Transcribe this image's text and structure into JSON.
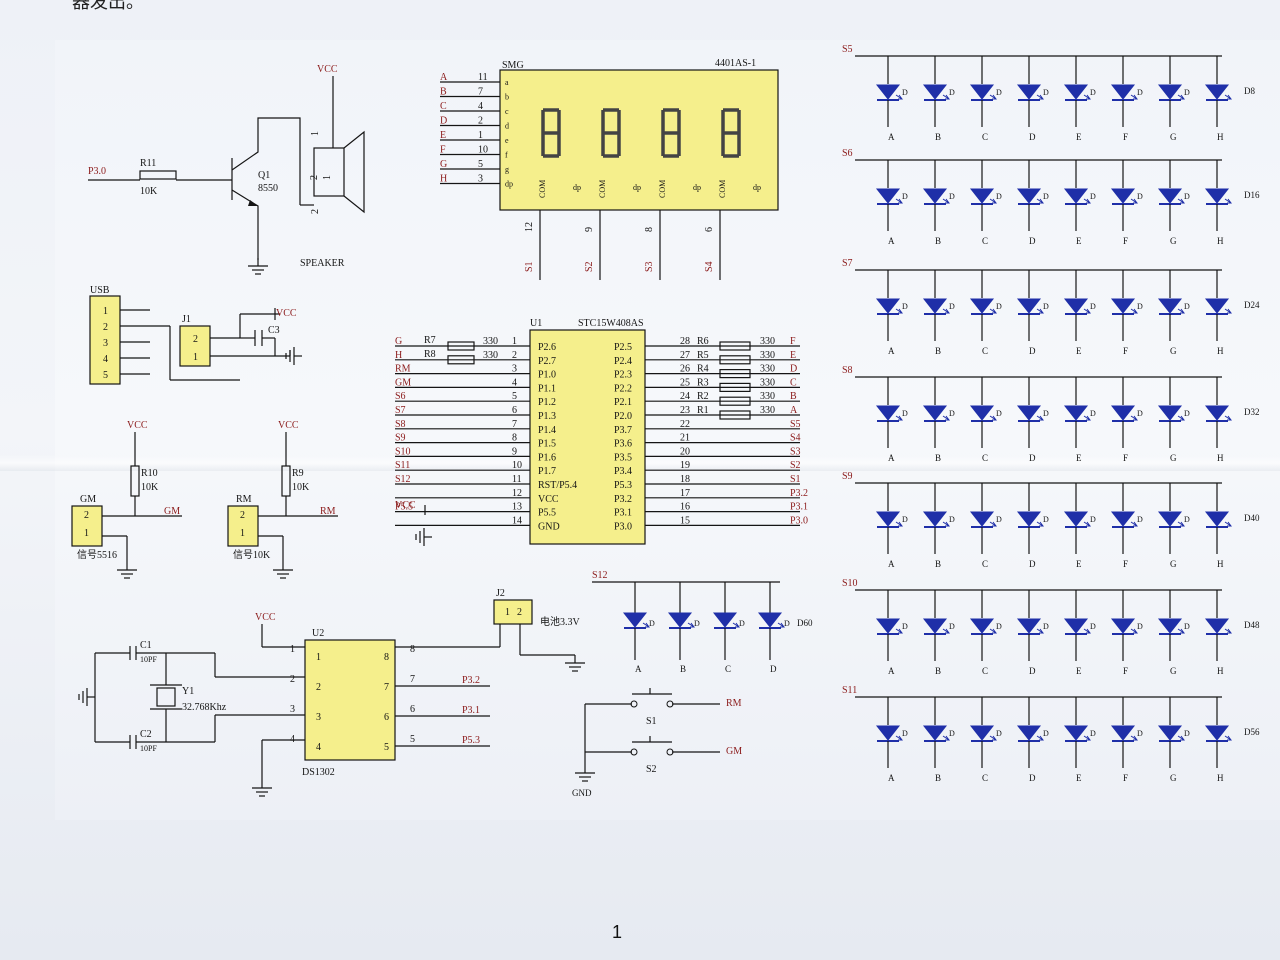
{
  "top_caption": "器发出。",
  "page_number": "1",
  "colors": {
    "wire": "#151515",
    "net_label": "#8b1a1a",
    "chip_fill": "#f5ef8c",
    "led_fill": "#1f2fa8"
  },
  "speaker": {
    "vcc": "VCC",
    "port": "P3.0",
    "r_ref": "R11",
    "r_val": "10K",
    "q_ref": "Q1",
    "q_val": "8550",
    "label": "SPEAKER",
    "pin1": "1",
    "pin2": "2",
    "pin1b": "1",
    "pin2b": "2"
  },
  "seg": {
    "ref": "SMG",
    "part": "4401AS-1",
    "pins": [
      {
        "n": "A",
        "p": "11",
        "s": "a"
      },
      {
        "n": "B",
        "p": "7",
        "s": "b"
      },
      {
        "n": "C",
        "p": "4",
        "s": "c"
      },
      {
        "n": "D",
        "p": "2",
        "s": "d"
      },
      {
        "n": "E",
        "p": "1",
        "s": "e"
      },
      {
        "n": "F",
        "p": "10",
        "s": "f"
      },
      {
        "n": "G",
        "p": "5",
        "s": "g"
      },
      {
        "n": "H",
        "p": "3",
        "s": "dp"
      }
    ],
    "com": "COM",
    "dp": "dp",
    "digits": [
      {
        "pin": "12",
        "net": "S1"
      },
      {
        "pin": "9",
        "net": "S2"
      },
      {
        "pin": "8",
        "net": "S3"
      },
      {
        "pin": "6",
        "net": "S4"
      }
    ]
  },
  "usb": {
    "ref": "USB",
    "pins": [
      "1",
      "2",
      "3",
      "4",
      "5"
    ],
    "j_ref": "J1",
    "j_pins": [
      "2",
      "1"
    ],
    "c_ref": "C3",
    "vcc": "VCC"
  },
  "sensors": [
    {
      "vcc": "VCC",
      "r_ref": "R10",
      "r_val": "10K",
      "net": "GM",
      "pins": [
        "2",
        "1"
      ],
      "desc": "信号5516"
    },
    {
      "vcc": "VCC",
      "r_ref": "R9",
      "r_val": "10K",
      "net": "RM",
      "pins": [
        "2",
        "1"
      ],
      "desc": "信号10K"
    }
  ],
  "mcu": {
    "ref": "U1",
    "part": "STC15W408AS",
    "left": [
      {
        "net": "G",
        "r": "R7",
        "rv": "330",
        "n": "1",
        "p": "P2.6"
      },
      {
        "net": "H",
        "r": "R8",
        "rv": "330",
        "n": "2",
        "p": "P2.7"
      },
      {
        "net": "RM",
        "n": "3",
        "p": "P1.0"
      },
      {
        "net": "GM",
        "n": "4",
        "p": "P1.1"
      },
      {
        "net": "S6",
        "n": "5",
        "p": "P1.2"
      },
      {
        "net": "S7",
        "n": "6",
        "p": "P1.3"
      },
      {
        "net": "S8",
        "n": "7",
        "p": "P1.4"
      },
      {
        "net": "S9",
        "n": "8",
        "p": "P1.5"
      },
      {
        "net": "S10",
        "n": "9",
        "p": "P1.6"
      },
      {
        "net": "S11",
        "n": "10",
        "p": "P1.7"
      },
      {
        "net": "S12",
        "n": "11",
        "p": "RST/P5.4"
      },
      {
        "net": "",
        "n": "12",
        "p": "VCC"
      },
      {
        "net": "P5.5",
        "n": "13",
        "p": "P5.5"
      },
      {
        "net": "",
        "n": "14",
        "p": "GND"
      }
    ],
    "right": [
      {
        "p": "P2.5",
        "n": "28",
        "r": "R6",
        "rv": "330",
        "net": "F"
      },
      {
        "p": "P2.4",
        "n": "27",
        "r": "R5",
        "rv": "330",
        "net": "E"
      },
      {
        "p": "P2.3",
        "n": "26",
        "r": "R4",
        "rv": "330",
        "net": "D"
      },
      {
        "p": "P2.2",
        "n": "25",
        "r": "R3",
        "rv": "330",
        "net": "C"
      },
      {
        "p": "P2.1",
        "n": "24",
        "r": "R2",
        "rv": "330",
        "net": "B"
      },
      {
        "p": "P2.0",
        "n": "23",
        "r": "R1",
        "rv": "330",
        "net": "A"
      },
      {
        "p": "P3.7",
        "n": "22",
        "net": "S5"
      },
      {
        "p": "P3.6",
        "n": "21",
        "net": "S4"
      },
      {
        "p": "P3.5",
        "n": "20",
        "net": "S3"
      },
      {
        "p": "P3.4",
        "n": "19",
        "net": "S2"
      },
      {
        "p": "P5.3",
        "n": "18",
        "net": "S1"
      },
      {
        "p": "P3.2",
        "n": "17",
        "net": "P3.2"
      },
      {
        "p": "P3.1",
        "n": "16",
        "net": "P3.1"
      },
      {
        "p": "P3.0",
        "n": "15",
        "net": "P3.0"
      }
    ],
    "vcc": "VCC"
  },
  "rtc": {
    "ref": "U2",
    "part": "DS1302",
    "vcc": "VCC",
    "c1": "C1",
    "c1v": "10PF",
    "c2": "C2",
    "c2v": "10PF",
    "y": "Y1",
    "yv": "32.768Khz",
    "lpins": [
      "1",
      "2",
      "3",
      "4"
    ],
    "rpins": [
      "8",
      "7",
      "6",
      "5"
    ],
    "nets": [
      "P3.2",
      "P3.1",
      "P5.3"
    ],
    "outer": [
      "1",
      "2",
      "3",
      "4",
      "8",
      "7",
      "6",
      "5"
    ]
  },
  "battery": {
    "ref": "J2",
    "pins": [
      "1",
      "2"
    ],
    "label": "电池3.3V"
  },
  "buttons": [
    {
      "ref": "S1",
      "net": "RM"
    },
    {
      "ref": "S2",
      "net": "GM"
    }
  ],
  "gnd_label": "GND",
  "led_rows": [
    {
      "net": "S5",
      "last": "D8"
    },
    {
      "net": "S6",
      "last": "D16"
    },
    {
      "net": "S7",
      "last": "D24"
    },
    {
      "net": "S8",
      "last": "D32"
    },
    {
      "net": "S9",
      "last": "D40"
    },
    {
      "net": "S10",
      "last": "D48"
    },
    {
      "net": "S11",
      "last": "D56"
    }
  ],
  "led_cols": [
    "A",
    "B",
    "C",
    "D",
    "E",
    "F",
    "G",
    "H"
  ],
  "led_mark": "D",
  "s12_row": {
    "net": "S12",
    "last": "D60",
    "cols": [
      "A",
      "B",
      "C",
      "D"
    ]
  }
}
